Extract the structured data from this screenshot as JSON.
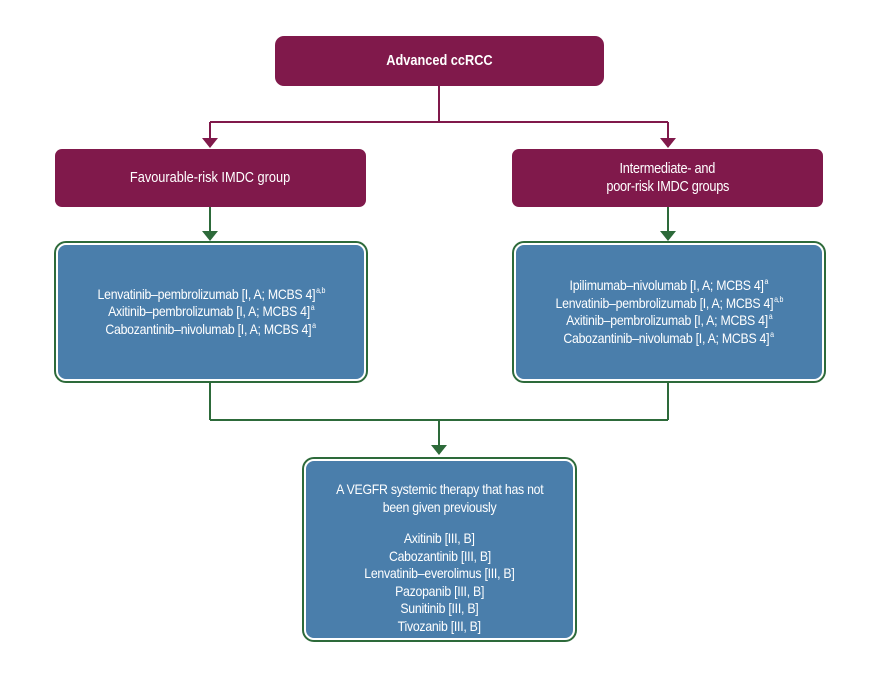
{
  "root": {
    "label": "Advanced ccRCC"
  },
  "left_group": {
    "label": "Favourable-risk IMDC group"
  },
  "right_group": {
    "lines": [
      "Intermediate- and",
      "poor-risk IMDC groups"
    ]
  },
  "left_therapies": [
    {
      "text": "Lenvatinib–pembrolizumab [I, A; MCBS 4]",
      "sup": "a,b"
    },
    {
      "text": "Axitinib–pembrolizumab [I, A; MCBS 4]",
      "sup": "a"
    },
    {
      "text": "Cabozantinib–nivolumab [I, A; MCBS 4]",
      "sup": "a"
    }
  ],
  "right_therapies": [
    {
      "text": "Ipilimumab–nivolumab [I, A; MCBS 4]",
      "sup": "a"
    },
    {
      "text": "Lenvatinib–pembrolizumab [I, A; MCBS 4]",
      "sup": "a,b"
    },
    {
      "text": "Axitinib–pembrolizumab [I, A; MCBS 4]",
      "sup": "a"
    },
    {
      "text": "Cabozantinib–nivolumab [I, A; MCBS 4]",
      "sup": "a"
    }
  ],
  "second_line": {
    "heading": [
      "A VEGFR systemic therapy that has not",
      "been given previously"
    ],
    "options": [
      "Axitinib [III, B]",
      "Cabozantinib [III, B]",
      "Lenvatinib–everolimus [III, B]",
      "Pazopanib [III, B]",
      "Sunitinib [III, B]",
      "Tivozanib [III, B]"
    ]
  },
  "colors": {
    "header_fill": "#80194b",
    "therapy_fill": "#4a7eab",
    "therapy_border": "#2d6a3a",
    "arrow_maroon": "#80194b",
    "arrow_green": "#2d6a3a"
  }
}
